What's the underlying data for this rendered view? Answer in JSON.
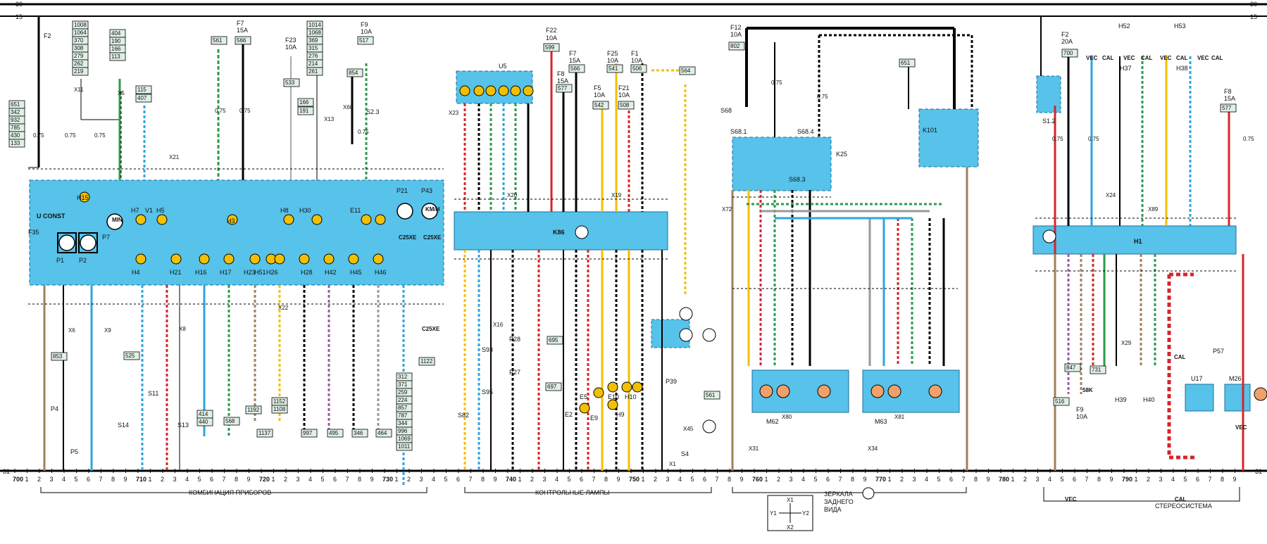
{
  "rails": {
    "top30": "30",
    "top15": "15",
    "ground31": "31"
  },
  "scale": {
    "numbers": [
      "700",
      "1",
      "2",
      "3",
      "4",
      "5",
      "6",
      "7",
      "8",
      "9",
      "710",
      "1",
      "2",
      "3",
      "4",
      "5",
      "6",
      "7",
      "8",
      "9",
      "720",
      "1",
      "2",
      "3",
      "4",
      "5",
      "6",
      "7",
      "8",
      "9",
      "730",
      "1",
      "2",
      "3",
      "4",
      "5",
      "6",
      "7",
      "8",
      "9",
      "740",
      "1",
      "2",
      "3",
      "4",
      "5",
      "6",
      "7",
      "8",
      "9",
      "750",
      "1",
      "2",
      "3",
      "4",
      "5",
      "6",
      "7",
      "8",
      "9",
      "760",
      "1",
      "2",
      "3",
      "4",
      "5",
      "6",
      "7",
      "8",
      "9",
      "770",
      "1",
      "2",
      "3",
      "4",
      "5",
      "6",
      "7",
      "8",
      "9",
      "780",
      "1",
      "2",
      "3",
      "4",
      "5",
      "6",
      "7",
      "8",
      "9",
      "790",
      "1",
      "2",
      "3",
      "4",
      "5",
      "6",
      "7",
      "8",
      "9"
    ]
  },
  "sections": {
    "cluster": "КОМБИНАЦИЯ ПРИБОРОВ",
    "lamps": "КОНТРОЛЬНЫЕ ЛАМПЫ",
    "mirrors_line1": "ЗЕРКАЛА",
    "mirrors_line2": "ЗАДНЕГО",
    "mirrors_line3": "ВИДА",
    "stereo": "СТЕРЕОСИСТЕМА"
  },
  "compass": {
    "x1": "X1",
    "x2": "X2",
    "y1": "Y1",
    "y2": "Y2"
  },
  "blocks": {
    "cluster_const": "U CONST",
    "k86": "K86",
    "u5": "U5",
    "h1": "H1",
    "k25": "K25",
    "k101": "K101",
    "m62": "M62",
    "m63": "M63",
    "u17": "U17",
    "m26": "M26"
  },
  "fuses": {
    "f2": "F2",
    "f7a": "F7",
    "f7a_rating": "15A",
    "f23": "F23",
    "f23_rating": "10A",
    "f9": "F9",
    "f9_rating": "10A",
    "f22": "F22",
    "f22_rating": "10A",
    "f7b": "F7",
    "f7b_rating": "15A",
    "f8": "F8",
    "f8_rating": "15A",
    "f5": "F5",
    "f5_rating": "10A",
    "f25": "F25",
    "f25_rating": "10A",
    "f21": "F21",
    "f21_rating": "10A",
    "f1": "F1",
    "f1_rating": "10A",
    "f12": "F12",
    "f12_rating": "10A",
    "f2b": "F2",
    "f2b_rating": "20A",
    "f8b": "F8",
    "f8b_rating": "15A",
    "f9b": "F9",
    "f9b_rating": "10A"
  },
  "refboxes": {
    "b1": [
      "651",
      "342",
      "932",
      "785",
      "430",
      "133"
    ],
    "b2": [
      "1008",
      "1064",
      "370",
      "308",
      "279",
      "262",
      "219"
    ],
    "b3": [
      "404",
      "190",
      "166",
      "113"
    ],
    "b4": [
      "1014",
      "1068",
      "369",
      "315",
      "276",
      "214",
      "261"
    ],
    "b5": [
      "312",
      "371",
      "259",
      "224",
      "857",
      "787",
      "344",
      "996",
      "1069",
      "1011"
    ],
    "b6": [
      "1152",
      "1108"
    ],
    "b7": [
      "414",
      "440"
    ],
    "single": [
      "561",
      "566",
      "533",
      "517",
      "854",
      "115",
      "407",
      "166",
      "191",
      "599",
      "566",
      "577",
      "542",
      "541",
      "508",
      "506",
      "564",
      "802",
      "651",
      "700",
      "577",
      "853",
      "525",
      "568",
      "1192",
      "1137",
      "997",
      "495",
      "346",
      "464",
      "1122",
      "695",
      "697",
      "561",
      "847",
      "731",
      "516"
    ]
  },
  "components": [
    "H15",
    "F35",
    "P1",
    "P2",
    "P7",
    "H7",
    "V1",
    "H5",
    "H3",
    "H8",
    "H30",
    "E11",
    "P21",
    "P43",
    "H4",
    "H21",
    "H16",
    "H17",
    "H23",
    "H51",
    "H26",
    "H28",
    "H42",
    "H45",
    "H46",
    "S14",
    "S11",
    "S13",
    "P4",
    "P5",
    "S93",
    "S95",
    "S82",
    "P28",
    "P27",
    "E5",
    "E2",
    "E9",
    "E10",
    "H9",
    "H10",
    "P39",
    "S4",
    "S2.3",
    "S68",
    "S68.1",
    "S68.4",
    "S68.3",
    "S1.2",
    "H52",
    "H37",
    "H53",
    "H38",
    "H39",
    "H40",
    "P57"
  ],
  "connectors": [
    "X11",
    "X5",
    "X21",
    "X13",
    "X60",
    "X23",
    "X20",
    "X19",
    "X8",
    "X16",
    "X6",
    "X9",
    "X22",
    "X1",
    "X45",
    "X72",
    "X31",
    "X80",
    "X81",
    "X34",
    "X24",
    "X89",
    "X29"
  ],
  "tags": [
    "C25XE",
    "C25XE",
    "C25XE",
    "VEC",
    "CAL",
    "VEC",
    "CAL",
    "VEC",
    "CAL",
    "VEC",
    "CAL",
    "VEC",
    "CAL",
    "CAL",
    "VEC",
    "58K",
    "KM/H",
    "MIN"
  ],
  "wire_size_small": "0.75",
  "colors": {
    "blue_box": "#57c2ea",
    "blue_box_border": "#1d6f9a",
    "red": "#d7242a",
    "green": "#2b9b4a",
    "yellow": "#f2c000",
    "brown": "#a0805a",
    "lightblue": "#2ca5de",
    "violet": "#9b5aa5",
    "grey": "#999999"
  }
}
